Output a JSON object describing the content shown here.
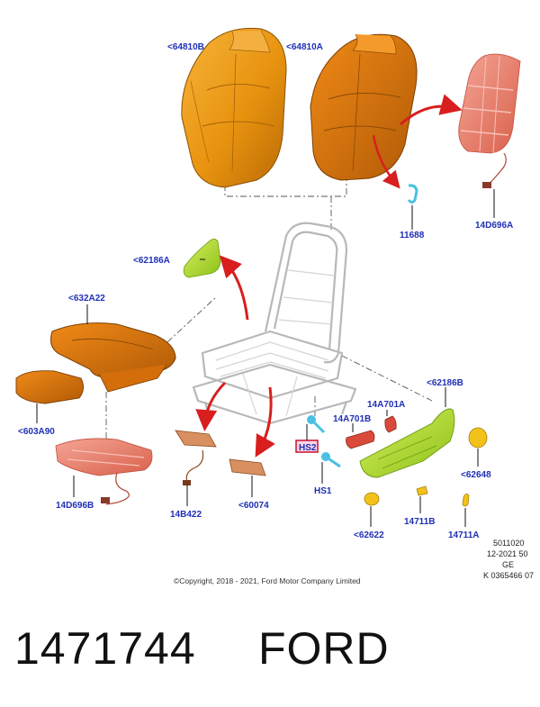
{
  "labels": {
    "l64810b": "<64810B",
    "l64810a": "<64810A",
    "l11688": "11688",
    "l14d696a": "14D696A",
    "l62186a": "<62186A",
    "l632a22": "<632A22",
    "l603a90": "<603A90",
    "l14d696b": "14D696B",
    "l14b422": "14B422",
    "l60074": "<60074",
    "lhs2": "HS2",
    "lhs1": "HS1",
    "l14a701b": "14A701B",
    "l14a701a": "14A701A",
    "l62186b": "<62186B",
    "l62648": "<62648",
    "l62622": "<62622",
    "l14711b": "14711B",
    "l14711a": "14711A"
  },
  "meta": {
    "line1": "5011020",
    "line2": "12-2021 50",
    "line3": "GE",
    "line4": "K 0365466 07"
  },
  "copyright": "©Copyright, 2018 - 2021, Ford Motor Company Limited",
  "footer": {
    "part_number": "1471744",
    "brand": "FORD"
  },
  "colors": {
    "foam": "#e8930f",
    "heater": "#e26a55",
    "panel": "#a6d62a",
    "clip": "#4bc0e3",
    "knob": "#f2c21a",
    "arrow": "#d91e1e",
    "label": "#1f2fb5"
  }
}
